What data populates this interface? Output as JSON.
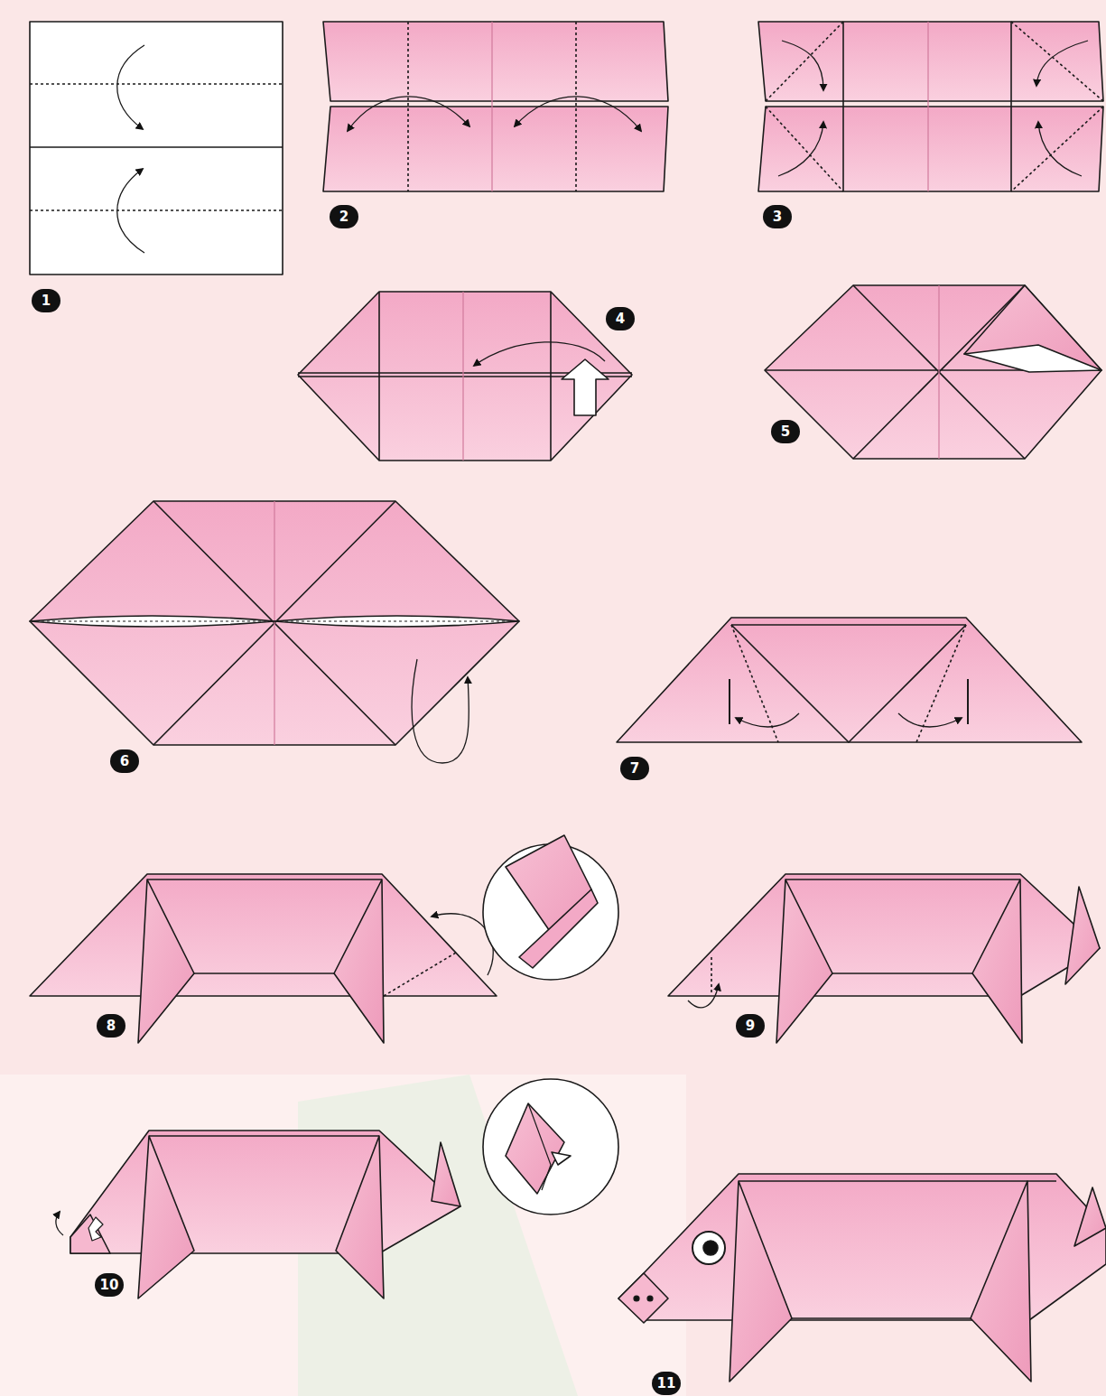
{
  "diagram": {
    "labels": [
      "1",
      "2",
      "3",
      "4",
      "5",
      "6",
      "7",
      "8",
      "9",
      "10",
      "11"
    ]
  }
}
